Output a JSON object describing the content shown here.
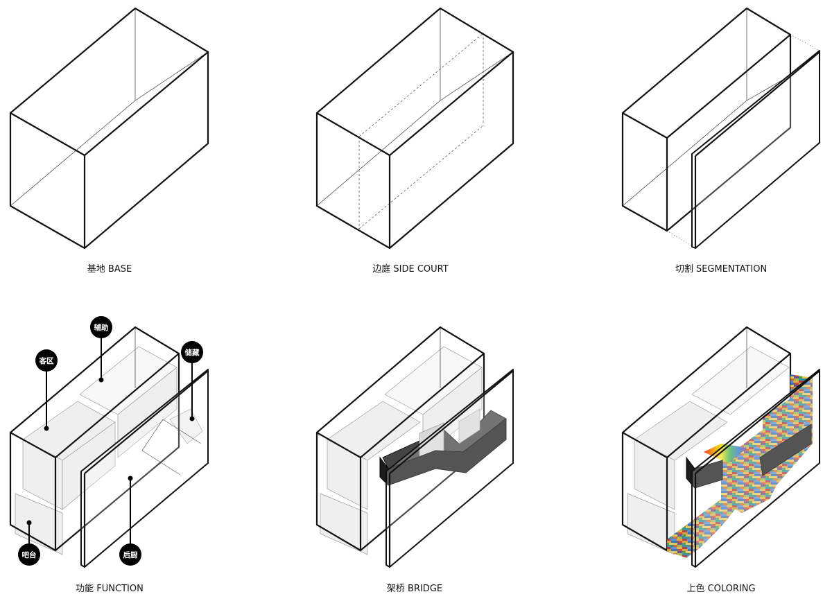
{
  "panels": [
    {
      "id": "base",
      "caption": "基地 BASE"
    },
    {
      "id": "side-court",
      "caption": "边庭 SIDE COURT"
    },
    {
      "id": "segmentation",
      "caption": "切割 SEGMENTATION"
    },
    {
      "id": "function",
      "caption": "功能 FUNCTION"
    },
    {
      "id": "bridge",
      "caption": "架桥 BRIDGE"
    },
    {
      "id": "coloring",
      "caption": "上色 COLORING"
    }
  ],
  "function_labels": {
    "guest_area": "客区",
    "auxiliary": "辅助",
    "storage": "储藏",
    "bar": "吧台",
    "back_kitchen": "后厨"
  },
  "colors": {
    "line": "#111111",
    "label_bubble": "#000000",
    "bridge": "#1b1b1b",
    "room_fill": "#efefef"
  }
}
